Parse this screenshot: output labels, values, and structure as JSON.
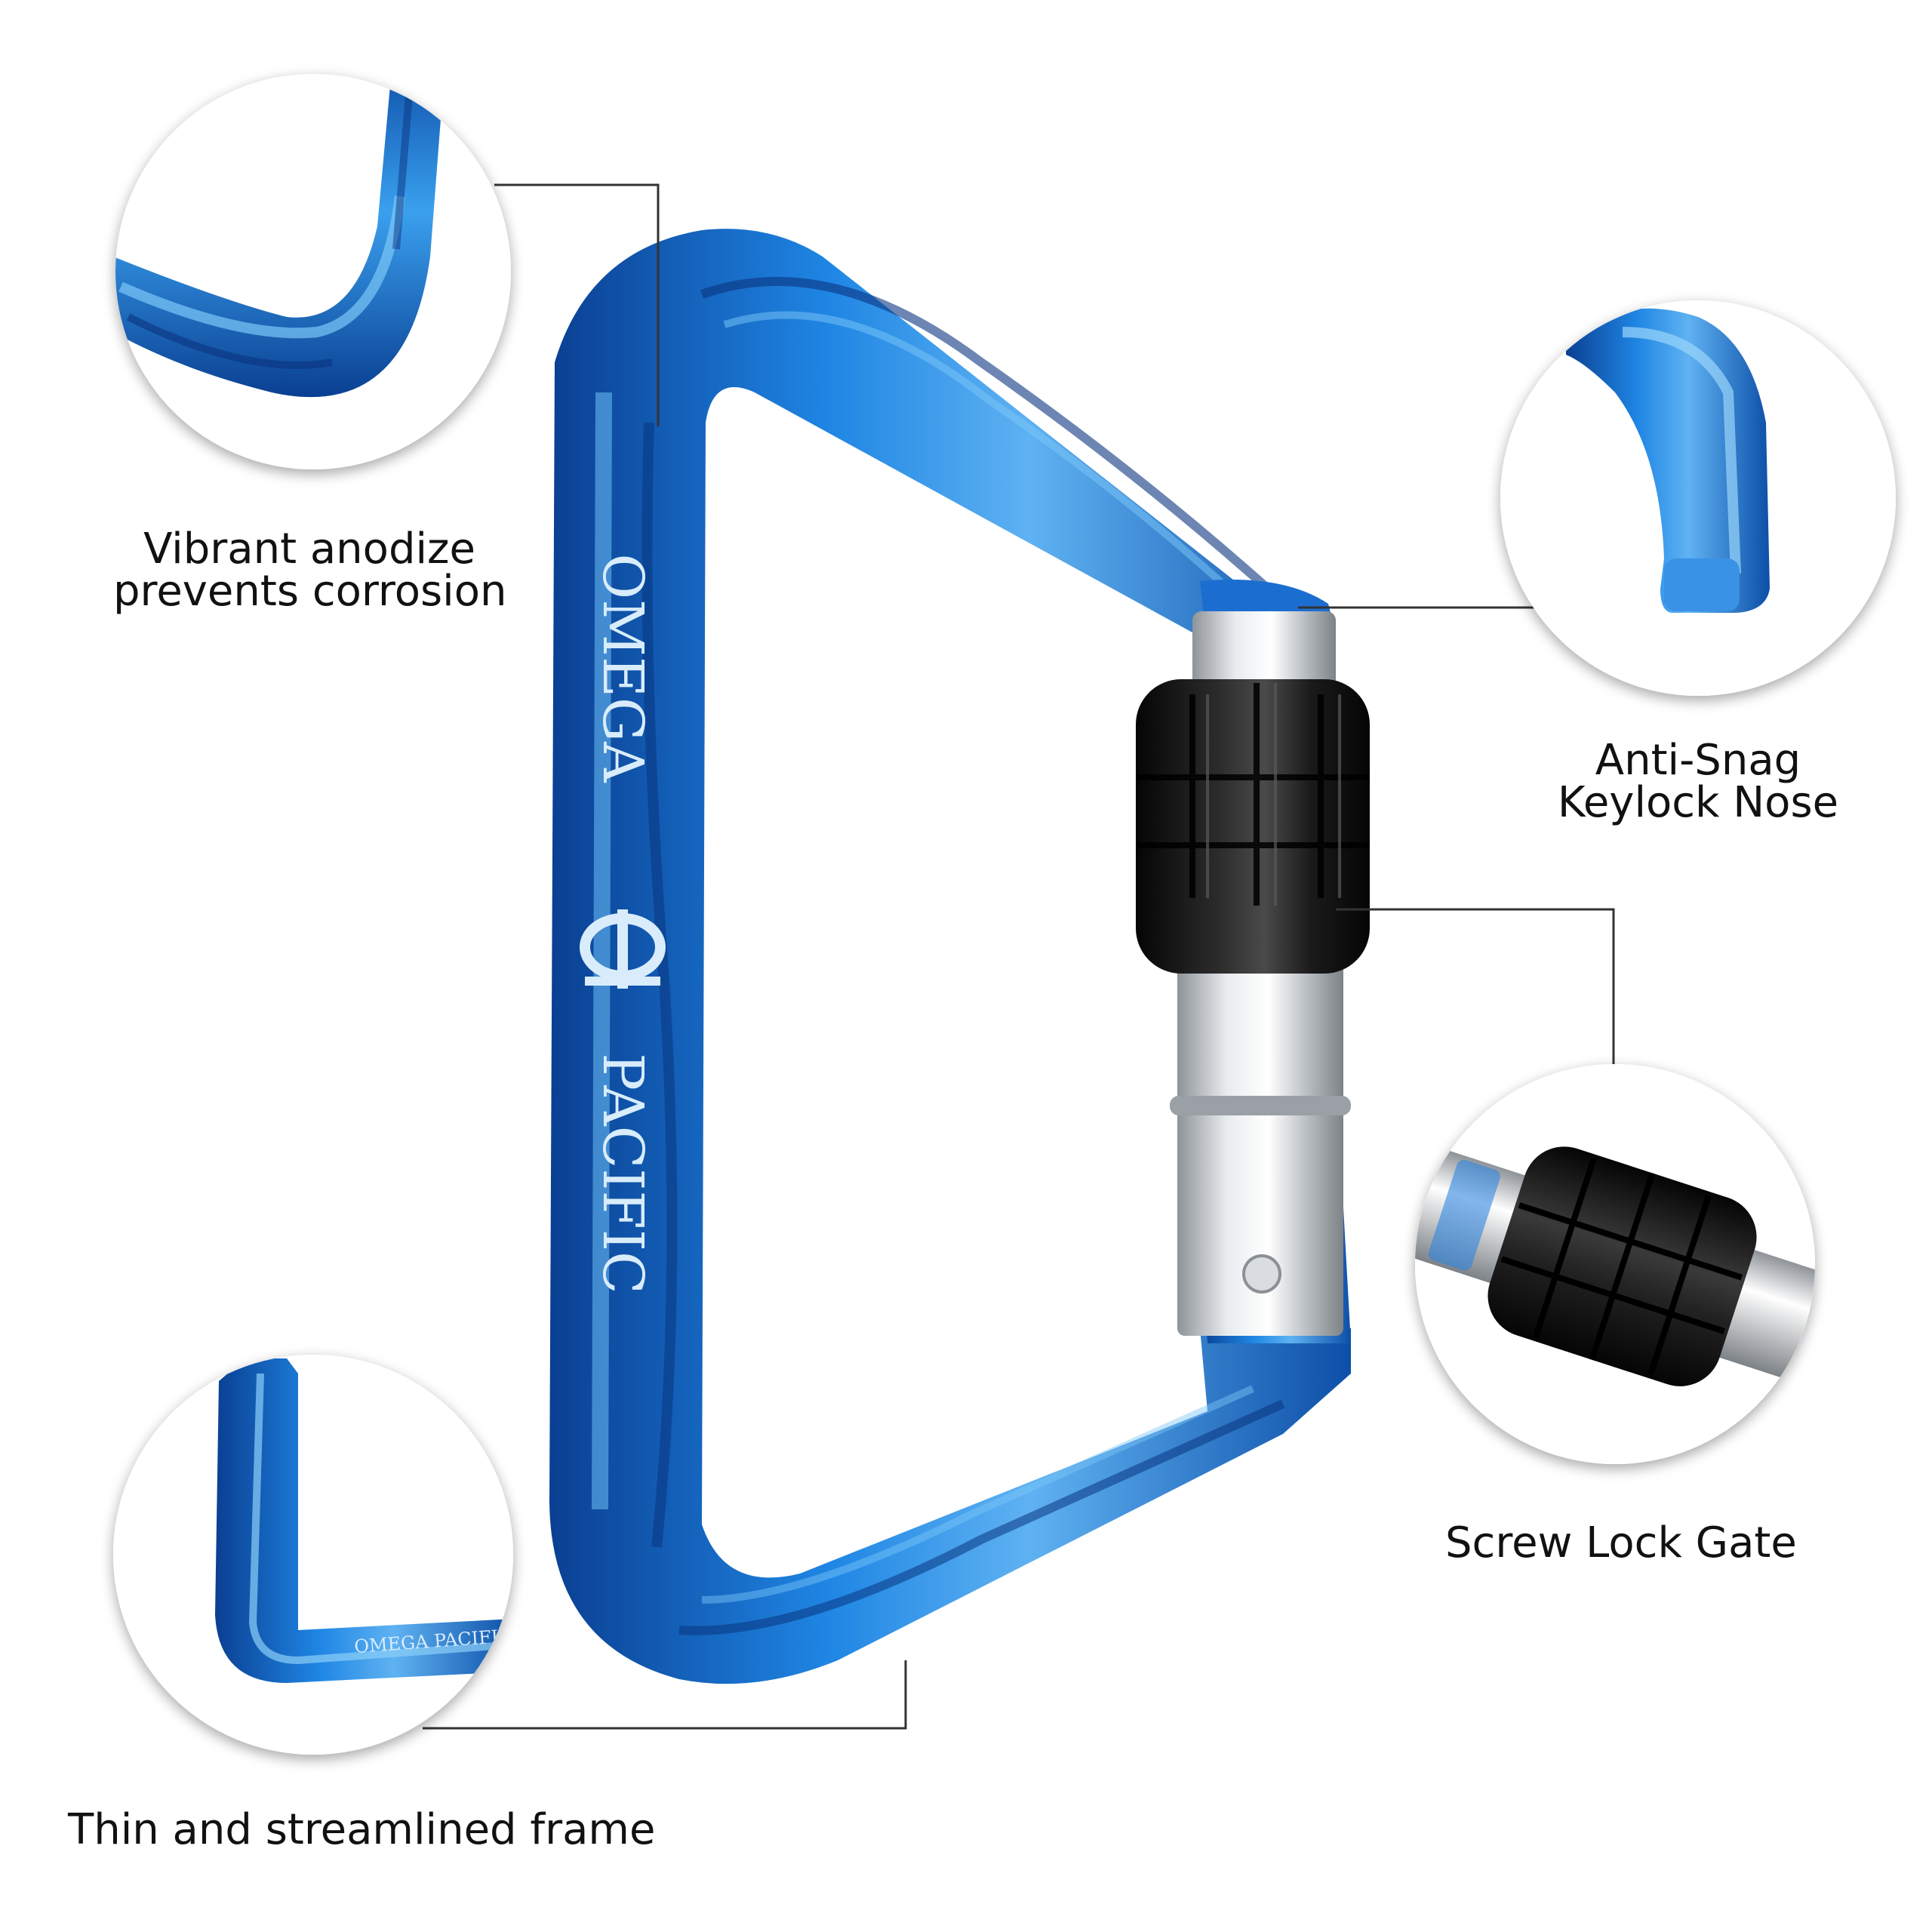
{
  "brand": {
    "name_top": "OMEGA",
    "name_bottom": "PACIFIC",
    "small_logo_text": "OMEGA PACIFIC"
  },
  "callouts": {
    "anodize": {
      "line1": "Vibrant anodize",
      "line2": "prevents corrosion"
    },
    "keylock": {
      "line1": "Anti-Snag",
      "line2": "Keylock Nose"
    },
    "screwlock": {
      "text": "Screw Lock Gate"
    },
    "frame": {
      "text": "Thin and streamlined frame"
    }
  },
  "colors": {
    "anodized_blue": "#1a74d6",
    "anodized_blue_dark": "#0a3f92",
    "anodized_blue_light": "#5fb2f2",
    "sleeve_black": "#151515",
    "gate_silver": "#c9cdd2",
    "leader_line": "#333333",
    "circle_shadow": "#dcdcdc"
  },
  "icons": {
    "logo_mark": "omega-pacific-logo-icon"
  }
}
